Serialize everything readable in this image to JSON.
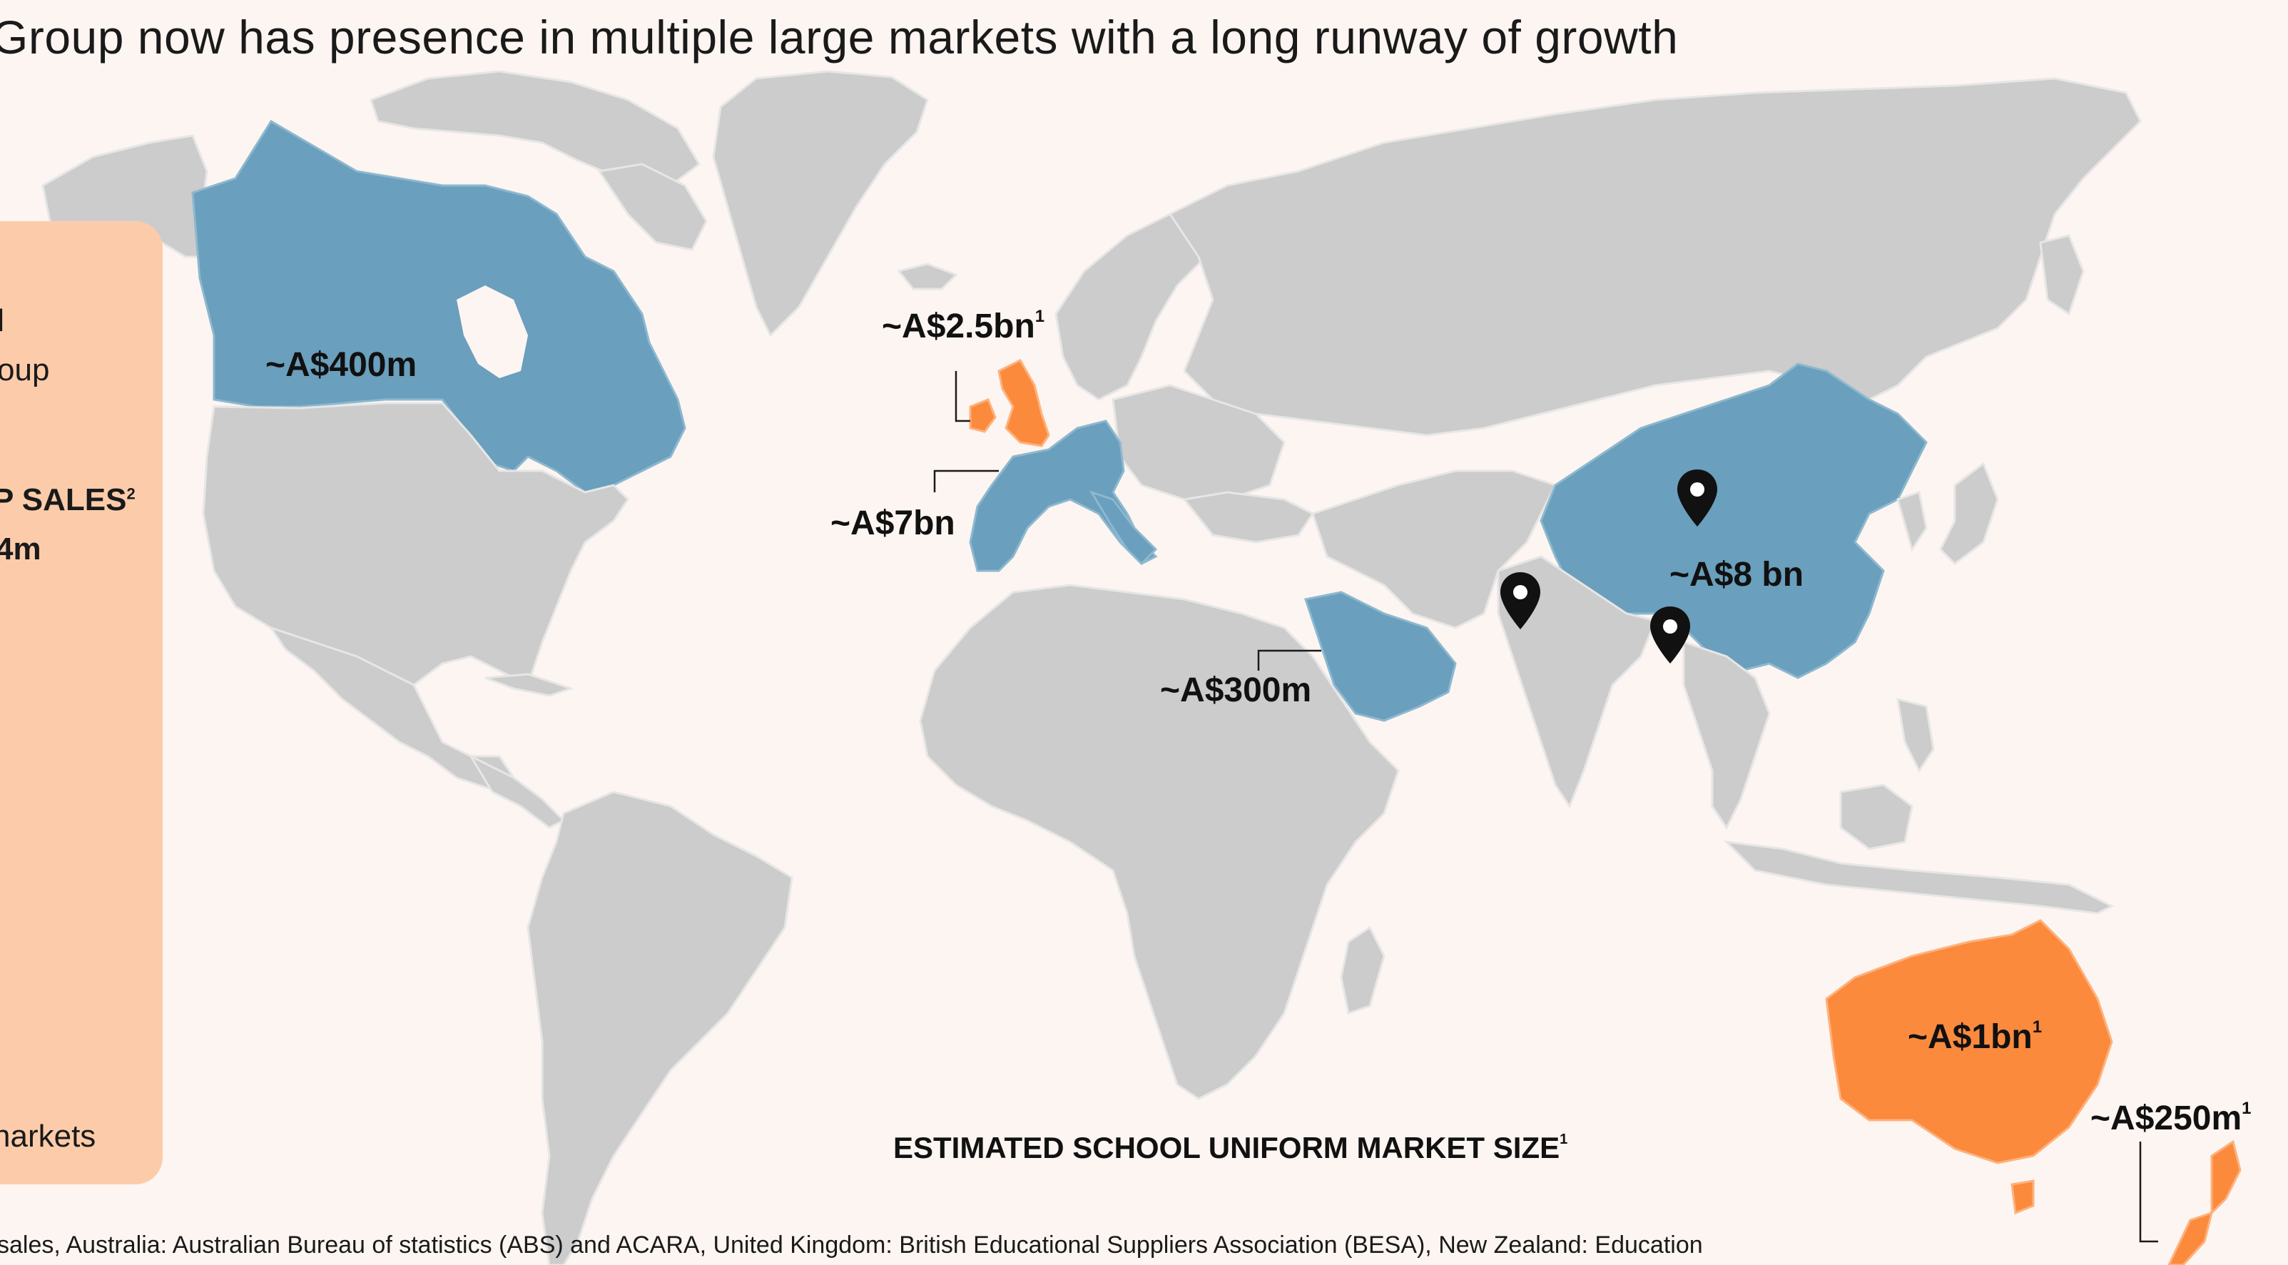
{
  "header": {
    "title": "Group now has presence in multiple large markets with a long runway of growth"
  },
  "side_panel": {
    "line1": "l",
    "line2": "oup",
    "line3": "P SALES",
    "line3_sup": "2",
    "line4": "4m",
    "line5": "narkets"
  },
  "markets": [
    {
      "id": "canada",
      "label": "~A$400m",
      "sup": "",
      "color": "#6a9fbd"
    },
    {
      "id": "uk",
      "label": "~A$2.5bn",
      "sup": "1",
      "color": "#fb8a3d"
    },
    {
      "id": "europe",
      "label": "~A$7bn",
      "sup": "",
      "color": "#6a9fbd"
    },
    {
      "id": "middle-east",
      "label": "~A$300m",
      "sup": "",
      "color": "#6a9fbd"
    },
    {
      "id": "china",
      "label": "~A$8 bn",
      "sup": "",
      "color": "#6a9fbd"
    },
    {
      "id": "australia",
      "label": "~A$1bn",
      "sup": "1",
      "color": "#fb8a3d"
    },
    {
      "id": "new-zealand",
      "label": "~A$250m",
      "sup": "1",
      "color": "#fb8a3d"
    }
  ],
  "pins": [
    {
      "id": "pakistan",
      "icon": "map-pin-icon"
    },
    {
      "id": "china",
      "icon": "map-pin-icon"
    },
    {
      "id": "bangladesh",
      "icon": "map-pin-icon"
    }
  ],
  "legend": {
    "caption": "ESTIMATED SCHOOL UNIFORM MARKET SIZE",
    "caption_sup": "1"
  },
  "footnote": "sales, Australia: Australian Bureau of statistics (ABS) and ACARA, United Kingdom: British Educational Suppliers Association (BESA), New Zealand: Education",
  "colors": {
    "background": "#fdf5f1",
    "land": "#cccccc",
    "existing_market": "#fb8a3d",
    "new_market": "#6a9fbd",
    "panel": "#fcccaa"
  }
}
